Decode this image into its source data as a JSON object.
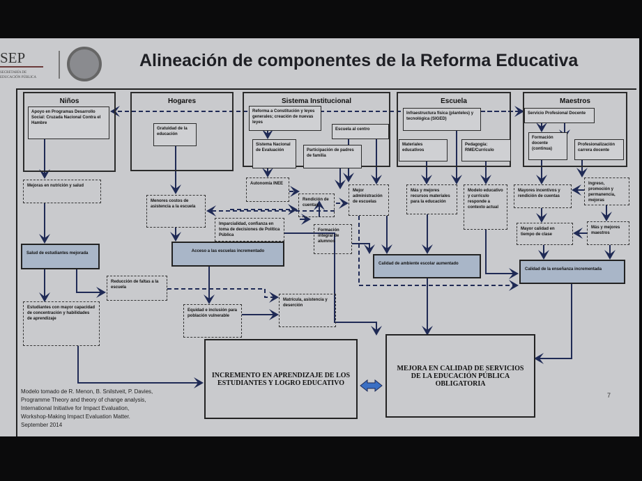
{
  "header": {
    "logo_text": "SEP",
    "logo_subtitle": "SECRETARÍA DE EDUCACIÓN PÚBLICA",
    "title": "Alineación de componentes de la Reforma Educativa"
  },
  "groups": {
    "ninos": "Niños",
    "hogares": "Hogares",
    "sistema": "Sistema Institucional",
    "escuela": "Escuela",
    "maestros": "Maestros"
  },
  "inputs": {
    "apoyo": "Apoyo en Programas Desarrollo Social: Cruzada Nacional Contra el Hambre",
    "gratuidad": "Gratuidad de la educación",
    "reforma": "Reforma a Constitución y leyes generales; creación de nuevas leyes",
    "escuela_centro": "Escuela al centro",
    "sne": "Sistema Nacional de Evaluación",
    "participacion": "Participación de padres de familia",
    "infraestructura": "Infraestructura física (planteles) y tecnológica (SIGED)",
    "materiales": "Materiales educativos",
    "pedagogia": "Pedagogía: RME/Currículo",
    "spd": "Servicio Profesional Docente",
    "formacion_docente": "Formación docente (continua)",
    "profesionalizacion": "Profesionalización carrera docente"
  },
  "intermediate": {
    "nutricion": "Mejoras en nutrición y salud",
    "costos": "Menores costos de asistencia a la escuela",
    "autonomia": "Autonomía INEE",
    "rendicion": "Rendición de cuentas",
    "administracion": "Mejor administración de escuelas",
    "imparcialidad": "Imparcialidad, confianza en toma de decisiones de Política Pública",
    "formacion_integral": "Formación integral de alumnos",
    "recursos": "Más y mejores recursos materiales para la educación",
    "modelo": "Modelo educativo y currículo responde a contexto actual",
    "incentivos": "Mayores incentivos y rendición de cuentas",
    "ingreso": "Ingreso, promoción y permanencia, mejoras",
    "calidad_tiempo": "Mayor calidad en tiempo de clase",
    "mas_maestros": "Más y mejores maestros",
    "faltas": "Reducción de faltas a la escuela",
    "equidad": "Equidad e inclusión para población vulnerable",
    "matricula": "Matrícula, asistencia y deserción",
    "estudiantes": "Estudiantes con mayor capacidad de concentración y habilidades de aprendizaje"
  },
  "outcomes": {
    "salud": "Salud de estudiantes mejorada",
    "acceso": "Acceso a las escuelas incrementado",
    "ambiente": "Calidad de ambiente escolar aumentado",
    "ensenanza": "Calidad de la enseñanza incrementada"
  },
  "final": {
    "aprendizaje": "INCREMENTO EN APRENDIZAJE DE LOS ESTUDIANTES Y LOGRO EDUCATIVO",
    "calidad": "MEJORA EN CALIDAD DE SERVICIOS DE LA EDUCACIÓN PÚBLICA OBLIGATORIA"
  },
  "footnote": [
    "Modelo tomado de R. Menon, B. Snilstveit, P. Davies,",
    "Programme Theory and theory of change analysis,",
    "International Initiative for Impact Evaluation,",
    "Workshop-Making Impact Evaluation Matter.",
    "September 2014"
  ],
  "page_number": "7",
  "colors": {
    "slide_bg": "#c9cacd",
    "outcome_fill": "#a9b6c8",
    "arrow": "#1f2a55"
  }
}
